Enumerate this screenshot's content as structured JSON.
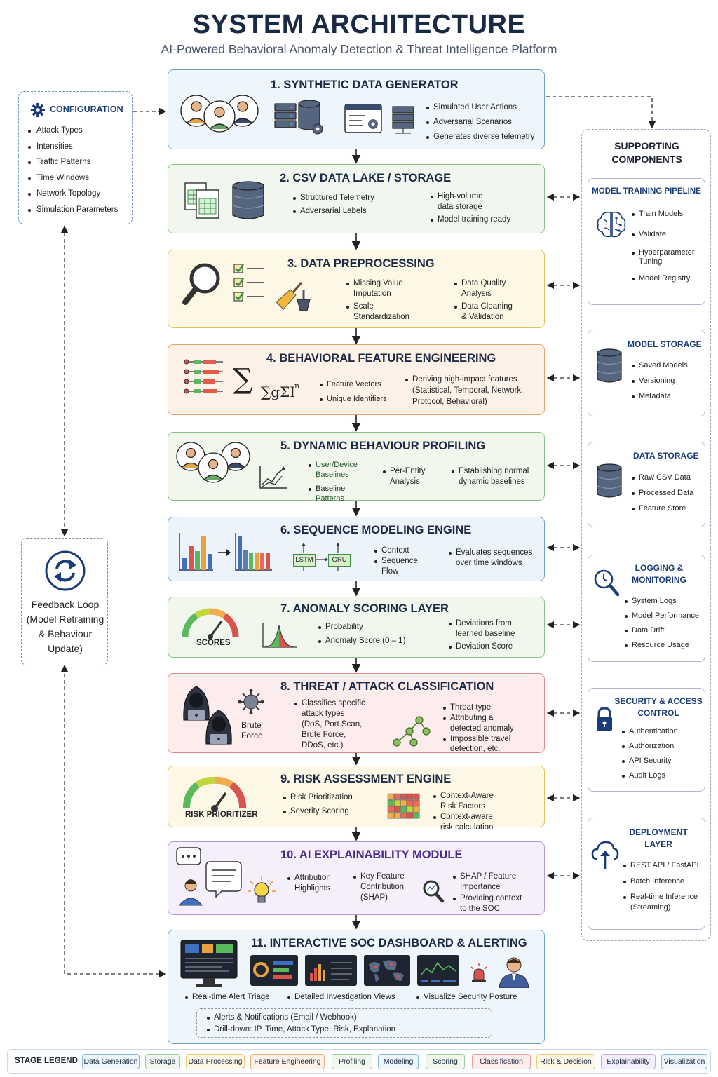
{
  "header": {
    "title": "SYSTEM ARCHITECTURE",
    "subtitle": "AI-Powered Behavioral Anomaly Detection & Threat Intelligence Platform"
  },
  "configuration": {
    "title": "CONFIGURATION",
    "items": [
      "Attack Types",
      "Intensities",
      "Traffic Patterns",
      "Time Windows",
      "Network Topology",
      "Simulation Parameters"
    ]
  },
  "feedback": {
    "lines": [
      "Feedback Loop",
      "(Model Retraining",
      "& Behaviour",
      "Update)"
    ]
  },
  "stages": {
    "s1": {
      "title": "1. SYNTHETIC DATA GENERATOR",
      "items": [
        "Simulated User Actions",
        "Adversarial Scenarios",
        "Generates diverse telemetry"
      ]
    },
    "s2": {
      "title": "2. CSV DATA LAKE / STORAGE",
      "left": [
        "Structured Telemetry",
        "Adversarial Labels"
      ],
      "right_a": [
        "High-volume",
        "data storage"
      ],
      "right_b": "Model training ready"
    },
    "s3": {
      "title": "3. DATA PREPROCESSING",
      "a1": [
        "Missing Value",
        "Imputation"
      ],
      "a2": [
        "Scale",
        "Standardization"
      ],
      "b1": [
        "Data Quality",
        "Analysis"
      ],
      "b2": [
        "Data Cleaning",
        "& Validation"
      ]
    },
    "s4": {
      "title": "4. BEHAVIORAL FEATURE ENGINEERING",
      "formula_big": "∑",
      "formula_small": "∑gΣI",
      "formula_sup": "n",
      "mid": [
        "Feature Vectors",
        "Unique Identifiers"
      ],
      "right": [
        "Deriving high-impact features",
        "(Statistical, Temporal, Network,",
        "Protocol, Behavioral)"
      ]
    },
    "s5": {
      "title": "5. DYNAMIC BEHAVIOUR PROFILING",
      "a1": [
        "User/Device",
        "Baselines"
      ],
      "a2": [
        "Baseline",
        "Patterns"
      ],
      "b": [
        "Per-Entity",
        "Analysis"
      ],
      "c": [
        "Establishing normal",
        "dynamic baselines"
      ]
    },
    "s6": {
      "title": "6. SEQUENCE MODELING ENGINE",
      "lstm": "LSTM",
      "gru": "GRU",
      "mid_a": "Context",
      "mid_b": [
        "Sequence",
        "Flow"
      ],
      "right": [
        "Evaluates sequences",
        "over time windows"
      ]
    },
    "s7": {
      "title": "7. ANOMALY SCORING LAYER",
      "gauge_label": "SCORES",
      "mid": [
        "Probability",
        "Anomaly Score (0 – 1)"
      ],
      "right_a": [
        "Deviations from",
        "learned baseline"
      ],
      "right_b": "Deviation Score"
    },
    "s8": {
      "title": "8. THREAT / ATTACK CLASSIFICATION",
      "brute": [
        "Brute",
        "Force"
      ],
      "mid": [
        "Classifies specific",
        "attack types",
        "(DoS, Port Scan,",
        "Brute Force,",
        "DDoS, etc.)"
      ],
      "right_a": "Threat type",
      "right_b": [
        "Attributing a",
        "detected anomaly"
      ],
      "right_c": [
        "Impossible travel",
        "detection, etc."
      ]
    },
    "s9": {
      "title": "9. RISK ASSESSMENT ENGINE",
      "gauge_label": "RISK PRIORITIZER",
      "mid": [
        "Risk Prioritization",
        "Severity Scoring"
      ],
      "right_a": [
        "Context-Aware",
        "Risk Factors"
      ],
      "right_b": [
        "Context-aware",
        "risk calculation"
      ]
    },
    "s10": {
      "title": "10. AI EXPLAINABILITY MODULE",
      "a": [
        "Attribution",
        "Highlights"
      ],
      "b": [
        "Key Feature",
        "Contribution",
        "(SHAP)"
      ],
      "c1": [
        "SHAP / Feature",
        "Importance"
      ],
      "c2": [
        "Providing context",
        "to the SOC"
      ]
    },
    "s11": {
      "title": "11. INTERACTIVE SOC DASHBOARD & ALERTING",
      "row": [
        "Real-time Alert Triage",
        "Detailed Investigation Views",
        "Visualize Security Posture"
      ],
      "box": [
        "Alerts & Notifications (Email / Webhook)",
        "Drill-down: IP, Time, Attack Type, Risk, Explanation"
      ]
    }
  },
  "supporting": {
    "title": [
      "SUPPORTING",
      "COMPONENTS"
    ],
    "training": {
      "title": "MODEL TRAINING PIPELINE",
      "items": [
        "Train Models",
        "Validate",
        "Hyperparameter",
        "Tuning",
        "Model Registry"
      ]
    },
    "model_storage": {
      "title": "MODEL STORAGE",
      "items": [
        "Saved Models",
        "Versioning",
        "Metadata"
      ]
    },
    "data_storage": {
      "title": "DATA STORAGE",
      "items": [
        "Raw CSV Data",
        "Processed Data",
        "Feature Store"
      ]
    },
    "logging": {
      "title": [
        "LOGGING &",
        "MONITORING"
      ],
      "items": [
        "System Logs",
        "Model Performance",
        "Data Drift",
        "Resource Usage"
      ]
    },
    "security": {
      "title": [
        "SECURITY & ACCESS",
        "CONTROL"
      ],
      "items": [
        "Authentication",
        "Authorization",
        "API Security",
        "Audit Logs"
      ]
    },
    "deployment": {
      "title": [
        "DEPLOYMENT",
        "LAYER"
      ],
      "items": [
        "REST API / FastAPI",
        "Batch Inference",
        "Real-time Inference",
        "(Streaming)"
      ]
    }
  },
  "legend": {
    "title": "STAGE LEGEND",
    "items": [
      "Data Generation",
      "Storage",
      "Data Processing",
      "Feature Engineering",
      "Profiling",
      "Modeling",
      "Scoring",
      "Classification",
      "Risk & Decision",
      "Explainability",
      "Visualization"
    ]
  },
  "colors": {
    "blue": "#6fa1cf",
    "green": "#8cc08a",
    "yellow": "#e3c25a",
    "orange": "#e6a06a",
    "red": "#e08a8a",
    "purple": "#b39ad6",
    "navy": "#1b3c7a"
  }
}
